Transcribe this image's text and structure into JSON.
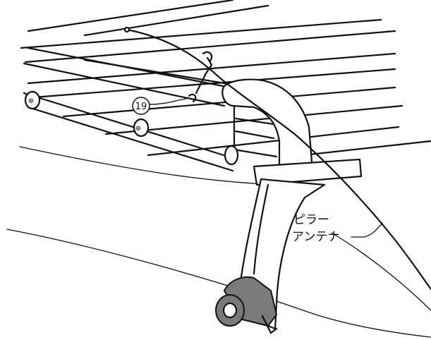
{
  "callouts": {
    "part_number": "19",
    "antenna_label_line1": "ピラー",
    "antenna_label_line2": "アンテナ"
  }
}
